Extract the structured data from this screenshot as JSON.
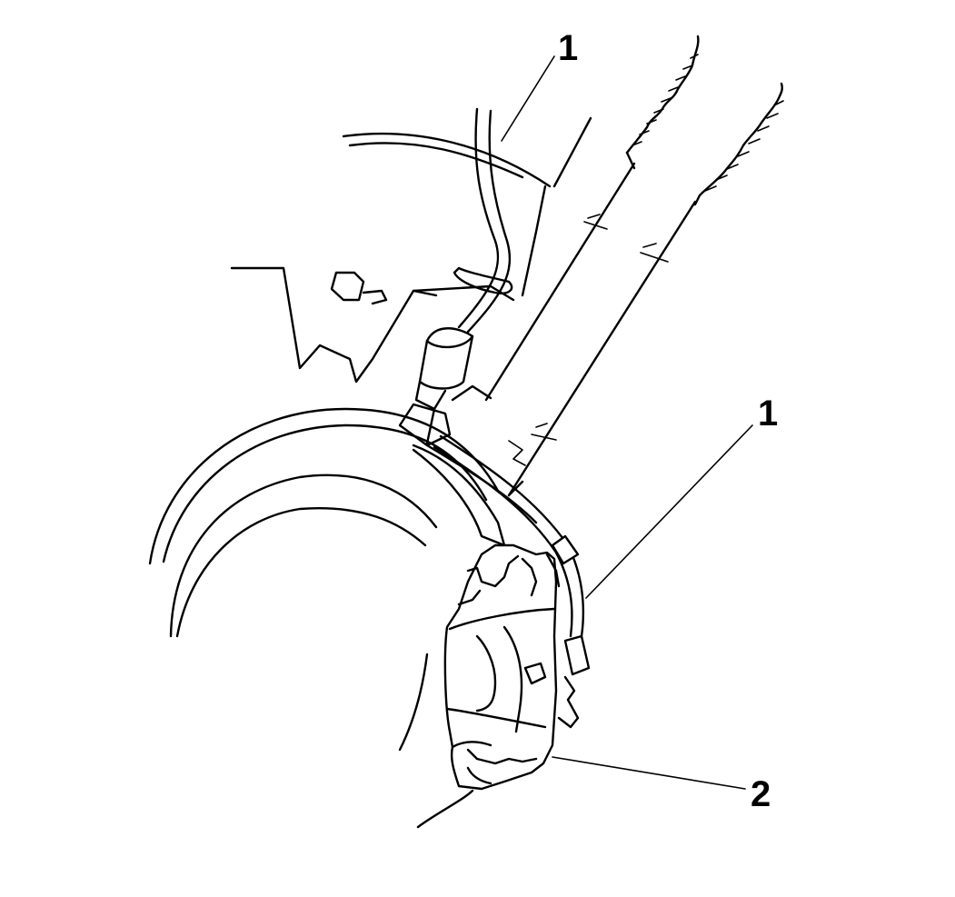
{
  "callouts": [
    {
      "id": "hose-upper",
      "label": "1"
    },
    {
      "id": "hose-lower",
      "label": "1"
    },
    {
      "id": "caliper",
      "label": "2"
    }
  ]
}
